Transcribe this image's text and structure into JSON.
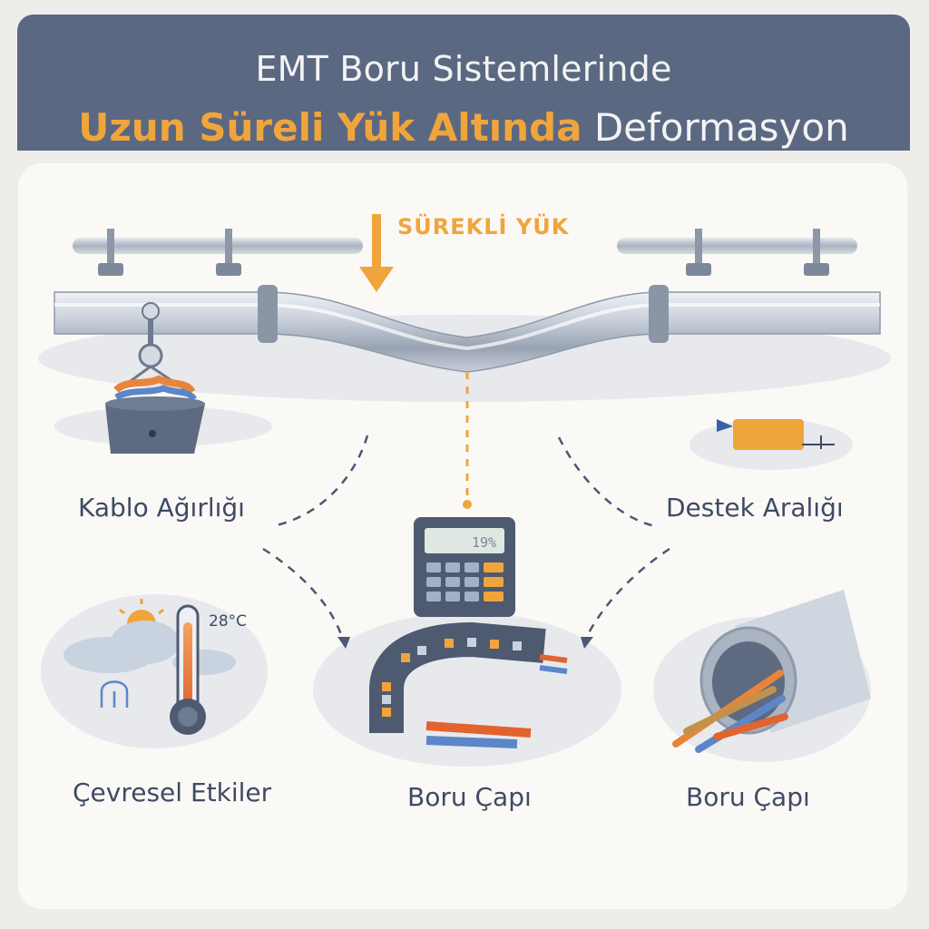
{
  "header": {
    "title_line1": "EMT Boru Sistemlerinde",
    "title_accent": "Uzun Süreli Yük Altında",
    "title_rest": "Deformasyon"
  },
  "load": {
    "label": "SÜREKLİ YÜK"
  },
  "factors": {
    "cable_weight": "Kablo Ağırlığı",
    "support_spacing": "Destek Aralığı",
    "environmental": "Çevresel Etkiler",
    "pipe_diameter_center": "Boru Çapı",
    "pipe_diameter_right": "Boru Çapı"
  },
  "thermometer": {
    "reading": "28°C"
  },
  "calculator": {
    "display": "19%"
  },
  "colors": {
    "header_bg": "#5b6882",
    "accent": "#f0a53c",
    "text": "#3f4a64",
    "dashed_line": "#4b5873"
  }
}
